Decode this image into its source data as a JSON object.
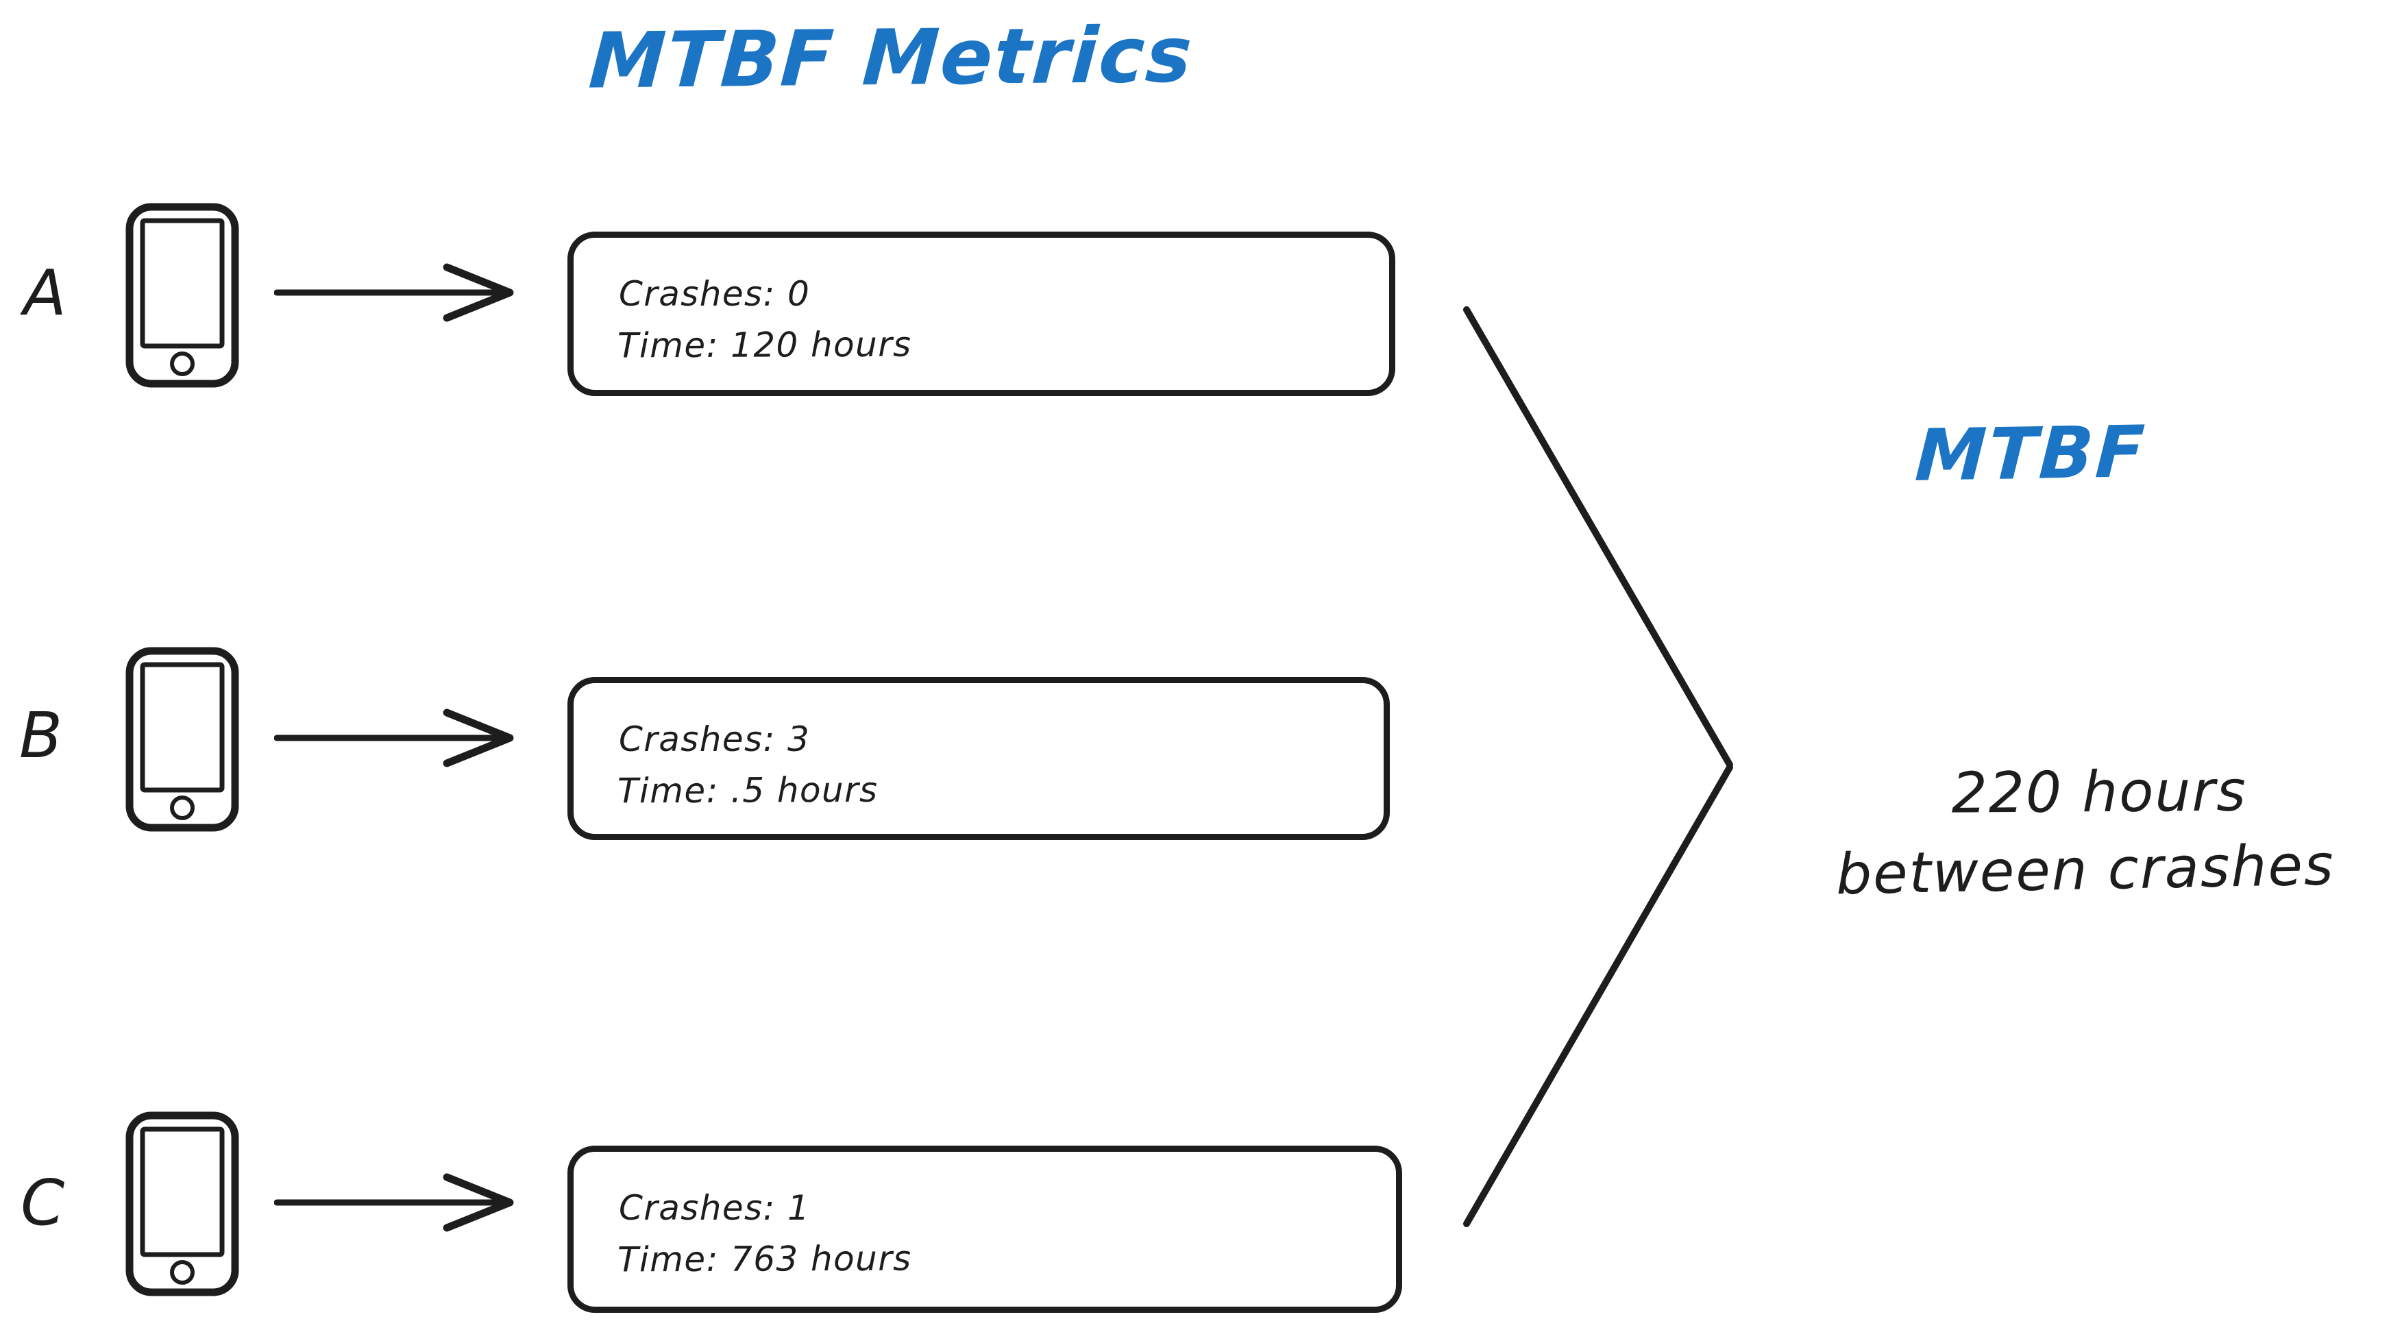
{
  "title": "MTBF Metrics",
  "colors": {
    "accent_blue": "#1b74c4",
    "ink": "#1d1d1d",
    "background": "#ffffff"
  },
  "rows": [
    {
      "label": "A",
      "device_icon": "mobile-phone-icon",
      "arrow_icon": "arrow-right-icon",
      "crashes_line": "Crashes: 0",
      "time_line": "Time: 120 hours",
      "crashes": 0,
      "time_hours": 120
    },
    {
      "label": "B",
      "device_icon": "mobile-phone-icon",
      "arrow_icon": "arrow-right-icon",
      "crashes_line": "Crashes: 3",
      "time_line": "Time: .5 hours",
      "crashes": 3,
      "time_hours": 0.5
    },
    {
      "label": "C",
      "device_icon": "mobile-phone-icon",
      "arrow_icon": "arrow-right-icon",
      "crashes_line": "Crashes: 1",
      "time_line": "Time: 763 hours",
      "crashes": 1,
      "time_hours": 763
    }
  ],
  "summary": {
    "headline": "MTBF",
    "value_line": "220 hours",
    "detail_line": "between crashes",
    "value": 220,
    "unit": "hours"
  },
  "chart_data": {
    "type": "diagram",
    "title": "MTBF Metrics",
    "categories": [
      "A",
      "B",
      "C"
    ],
    "series": [
      {
        "name": "Crashes",
        "values": [
          0,
          3,
          1
        ]
      },
      {
        "name": "Time (hours)",
        "values": [
          120,
          0.5,
          763
        ]
      }
    ],
    "result": {
      "label": "MTBF",
      "value": 220,
      "unit": "hours between crashes"
    }
  }
}
